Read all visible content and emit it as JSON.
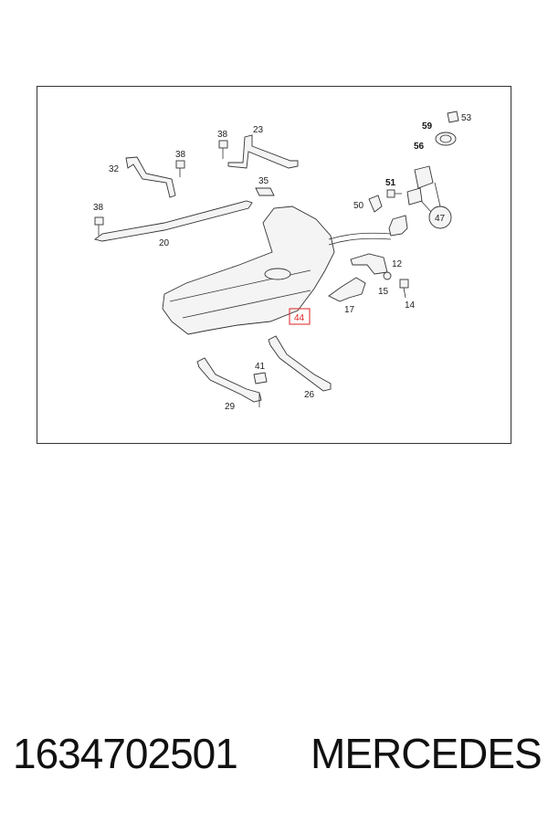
{
  "footer": {
    "part_number": "1634702501",
    "brand": "MERCEDES"
  },
  "diagram": {
    "labels": {
      "l53": "53",
      "l59": "59",
      "l56": "56",
      "l38a": "38",
      "l23": "23",
      "l38b": "38",
      "l32": "32",
      "l35": "35",
      "l51": "51",
      "l50": "50",
      "l47": "47",
      "l38c": "38",
      "l20": "20",
      "l12": "12",
      "l15": "15",
      "l14": "14",
      "l17": "17",
      "l44": "44",
      "l41": "41",
      "l26": "26",
      "l29": "29"
    },
    "highlight_color": "#dd2222"
  }
}
